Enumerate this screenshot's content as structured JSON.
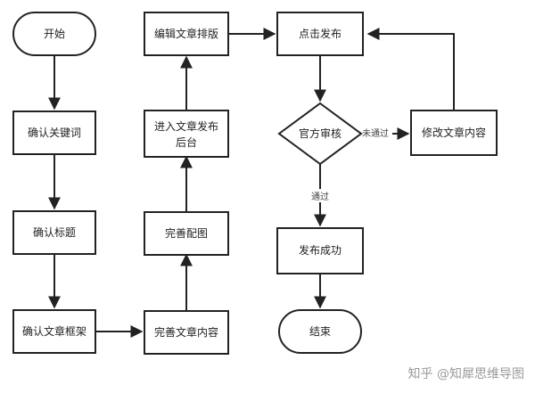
{
  "colors": {
    "stroke": "#222222",
    "fill": "#ffffff",
    "text": "#222222",
    "watermark": "#9a9a9a"
  },
  "nodes": {
    "start": "开始",
    "confirm_keywords": "确认关键词",
    "confirm_title": "确认标题",
    "confirm_outline": "确认文章框架",
    "refine_content": "完善文章内容",
    "refine_images": "完善配图",
    "enter_backend_line1": "进入文章发布",
    "enter_backend_line2": "后台",
    "edit_layout": "编辑文章排版",
    "click_publish": "点击发布",
    "review": "官方审核",
    "modify_content": "修改文章内容",
    "publish_success": "发布成功",
    "end": "结束"
  },
  "edge_labels": {
    "rejected": "未通过",
    "passed": "通过"
  },
  "watermark": "知乎 @知犀思维导图"
}
